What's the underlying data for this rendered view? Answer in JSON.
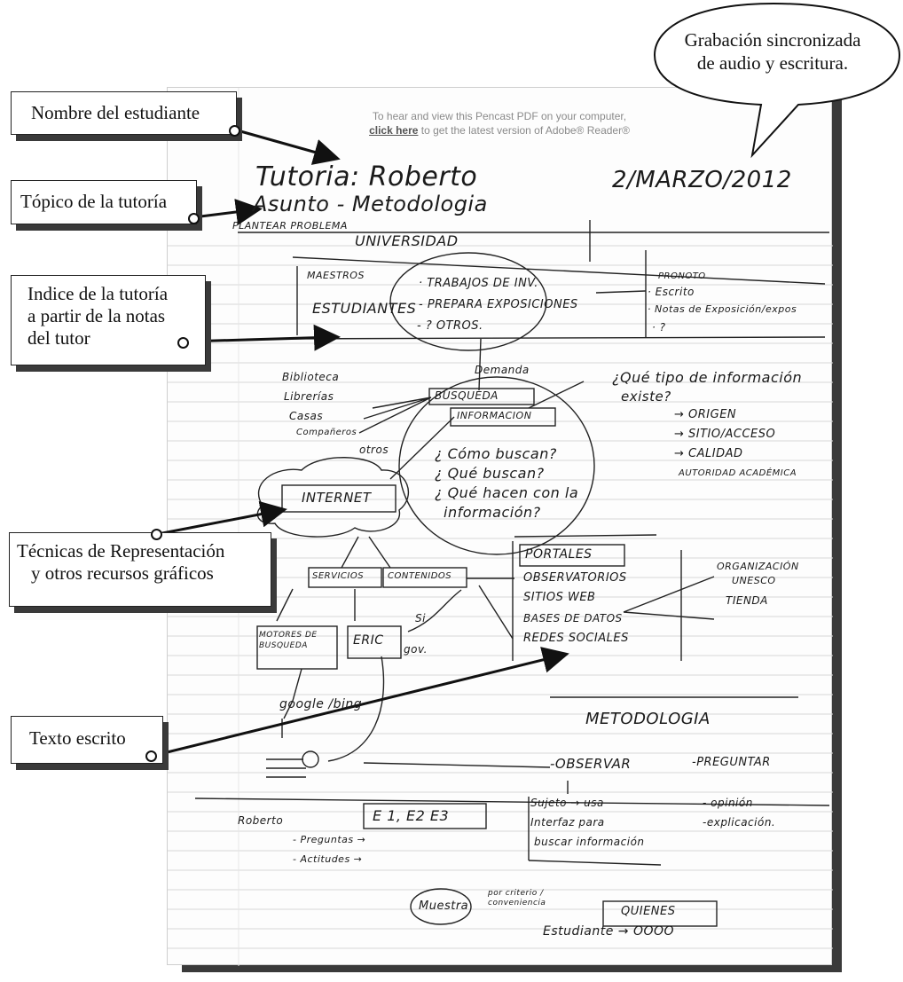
{
  "banner": {
    "line1": "To hear and view this Pencast PDF on your computer,",
    "link": "click here",
    "line2_rest": " to get the latest version of Adobe® Reader®"
  },
  "bubble": {
    "line1": "Grabación sincronizada",
    "line2": "de audio y escritura."
  },
  "labels": {
    "student_name": "Nombre del estudiante",
    "topic": "Tópico de la tutoría",
    "index_line1": "Indice de la tutoría",
    "index_line2": "a partir de la notas",
    "index_line3": "del tutor",
    "techniques_line1": "Técnicas de Representación",
    "techniques_line2": "y otros recursos gráficos",
    "written_text": "Texto escrito"
  },
  "handwriting": {
    "title": "Tutoria: Roberto",
    "date": "2/MARZO/2012",
    "subject": "Asunto - Metodologia",
    "plantear": "PLANTEAR PROBLEMA",
    "universidad": "UNIVERSIDAD",
    "maestros": "MAESTROS",
    "estudiantes": "ESTUDIANTES",
    "trabajos": "· TRABAJOS DE INV.",
    "prepara": "- PREPARA EXPOSICIONES",
    "otros": "- ? OTROS.",
    "pronoto": "PRONOTO",
    "escrito": "· Escrito",
    "notas": "· Notas de Exposición/expos",
    "question_small": "· ?",
    "demanda": "Demanda",
    "busqueda": "BUSQUEDA",
    "informacion": "INFORMACION",
    "biblioteca": "Biblioteca",
    "librerias": "Librerías",
    "casas": "Casas",
    "companeros": "Compañeros",
    "otros2": "otros",
    "que_tipo": "¿Qué tipo de información",
    "existe": "existe?",
    "origen": "→ ORIGEN",
    "sitio": "→ SITIO/ACCESO",
    "calidad": "→ CALIDAD",
    "autoridad": "AUTORIDAD ACADÉMICA",
    "como_buscan": "¿ Cómo buscan?",
    "que_buscan": "¿ Qué buscan?",
    "que_hacen": "¿ Qué hacen con la",
    "informacion2": "información?",
    "internet": "INTERNET",
    "servicios": "SERVICIOS",
    "contenidos": "CONTENIDOS",
    "portales": "PORTALES",
    "observatorios": "OBSERVATORIOS",
    "sitiosweb": "SITIOS WEB",
    "bases": "BASES DE DATOS",
    "redes": "REDES SOCIALES",
    "organizacion": "ORGANIZACIÓN",
    "unesco": "UNESCO",
    "tienda": "TIENDA",
    "motores": "MOTORES DE BUSQUEDA",
    "eric": "ERIC",
    "si": "Si",
    "gov": "gov.",
    "google": "google /bing",
    "metodologia": "METODOLOGIA",
    "observar": "-OBSERVAR",
    "preguntar": "-PREGUNTAR",
    "sujeto": "Sujeto → usa",
    "interfaz": "Interfaz para",
    "buscar": "buscar información",
    "opinion": "- opinión",
    "explicacion": "-explicación.",
    "roberto": "Roberto",
    "e1e2": "E 1, E2 E3",
    "preguntas": "- Preguntas →",
    "actitudes": "- Actitudes →",
    "muestra": "Muestra",
    "por_criterio": "por criterio / conveniencia",
    "quienes": "QUIENES",
    "estudiante": "Estudiante → OOOO"
  }
}
